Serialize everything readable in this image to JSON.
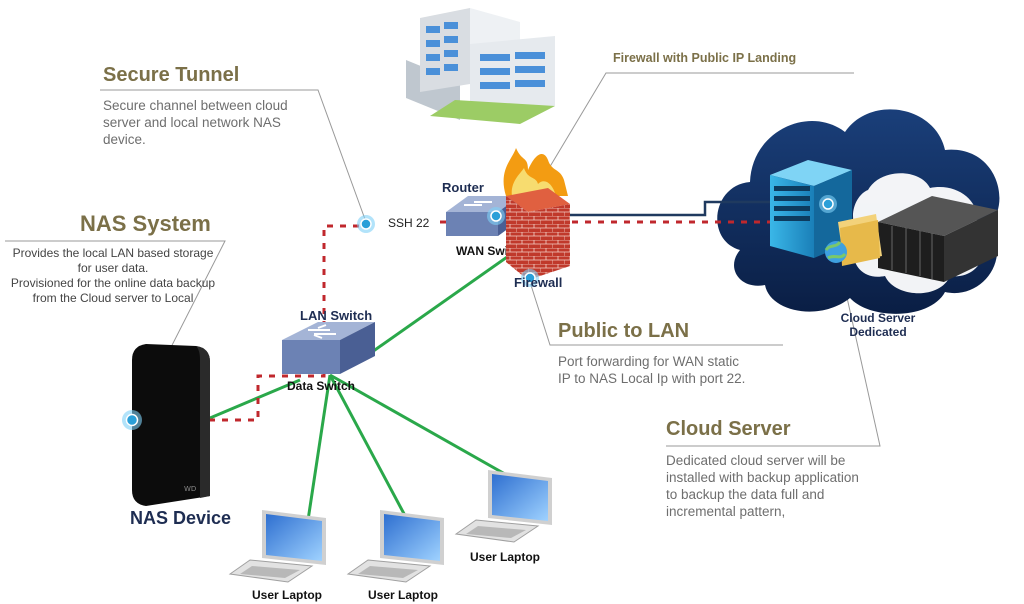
{
  "annotations": {
    "secure_tunnel": {
      "title": "Secure Tunnel",
      "lines": [
        "Secure channel between cloud",
        "server and local network NAS",
        "device."
      ]
    },
    "nas_system": {
      "title": "NAS System",
      "lines": [
        "Provides the local LAN based storage",
        "for user data.",
        "Provisioned for the online data backup",
        "from the Cloud server to Local"
      ]
    },
    "firewall_note": {
      "text": "Firewall with Public IP Landing"
    },
    "public_to_lan": {
      "title": "Public to LAN",
      "lines": [
        "Port forwarding for WAN static",
        "IP to NAS Local Ip with port 22."
      ]
    },
    "cloud_server": {
      "title": "Cloud Server",
      "lines": [
        "Dedicated cloud server will be",
        "installed with backup application",
        "to backup the data full and",
        "incremental pattern,"
      ]
    }
  },
  "labels": {
    "router": "Router",
    "ssh": "SSH 22",
    "wan_switch": "WAN Switch",
    "firewall": "Firewall",
    "lan_switch": "LAN Switch",
    "data_switch": "Data Switch",
    "nas_device": "NAS Device",
    "cloud_server_1": "Cloud Server",
    "cloud_server_2": "Dedicated",
    "user_laptops": [
      "User Laptop",
      "User Laptop",
      "User Laptop"
    ]
  },
  "colors": {
    "heading": "#7b7048",
    "link_green": "#2aa84a",
    "tunnel_red": "#c0282d",
    "wan_navy": "#1f3a5f",
    "cloud_dark": "#0f2a55",
    "accent_blue": "#2a9fd8"
  }
}
